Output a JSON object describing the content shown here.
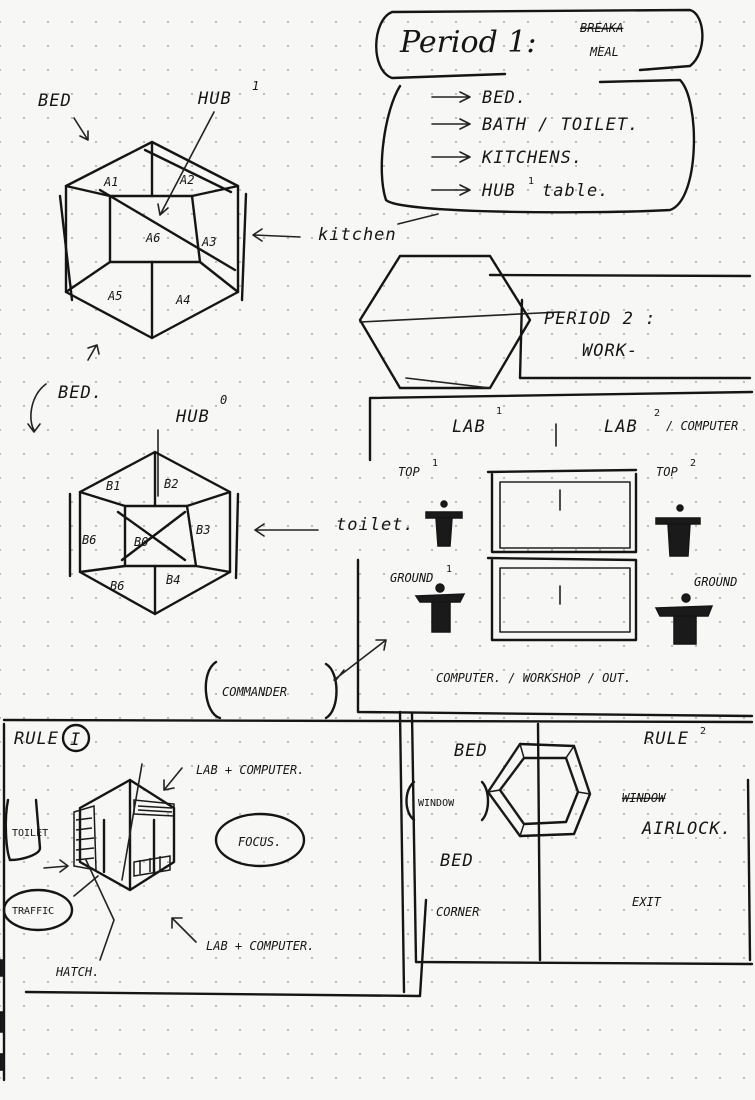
{
  "period1": {
    "title": "Period 1:",
    "struck": "BREAKA",
    "subtitle": "MEAL",
    "items": [
      "BED.",
      "BATH / TOILET.",
      "KITCHENS.",
      "HUB",
      "table."
    ],
    "hub_sup": "1"
  },
  "period2": {
    "line1": "PERIOD 2 :",
    "line2": "WORK-"
  },
  "hub1": {
    "label": "HUB",
    "sup": "1",
    "bed_label": "BED",
    "rooms": [
      "A1",
      "A2",
      "A3",
      "A4",
      "A5",
      "A6"
    ],
    "callout": "kitchen"
  },
  "hub0": {
    "label": "HUB",
    "sup": "0",
    "bed_label": "BED.",
    "rooms": [
      "B1",
      "B2",
      "B3",
      "B4",
      "B6",
      "B6",
      "B0"
    ],
    "callout": "toilet."
  },
  "labs": {
    "lab1": "LAB",
    "lab1_sup": "1",
    "lab2": "LAB",
    "lab2_sup": "2",
    "lab2_suffix": "/ COMPUTER",
    "top1": "TOP",
    "top1_sup": "1",
    "top2": "TOP",
    "top2_sup": "2",
    "ground1": "GROUND",
    "ground1_sup": "1",
    "ground2": "GROUND",
    "footer": "COMPUTER. / WORKSHOP / OUT."
  },
  "commander": "COMMANDER",
  "rule1": {
    "title": "RULE",
    "numeral": "I",
    "toilet": "TOILET",
    "traffic": "TRAFFIC",
    "focus": "FOCUS.",
    "lab_top": "LAB + COMPUTER.",
    "lab_bottom": "LAB + COMPUTER.",
    "hatch": "HATCH."
  },
  "rule2": {
    "title": "RULE",
    "sup": "2",
    "bed": "BED",
    "window": "WINDOW",
    "bed2": "BED",
    "corner": "CORNER",
    "window_struck": "WINDOW",
    "airlock": "AIRLOCK.",
    "exit": "EXIT"
  }
}
